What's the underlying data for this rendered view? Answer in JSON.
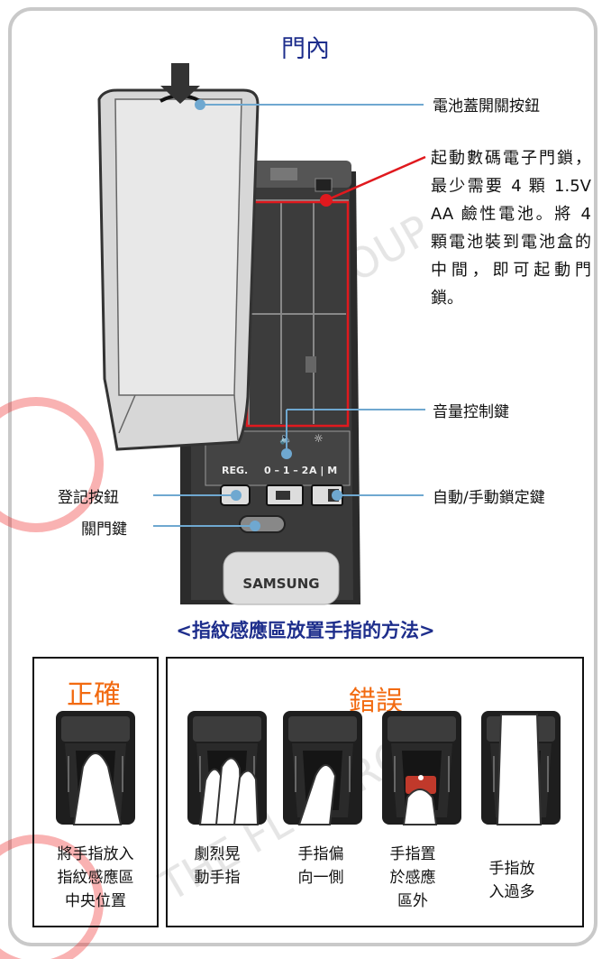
{
  "title": "門內",
  "callouts": {
    "battery_cover_button": "電池蓋開關按鈕",
    "battery_instruction": "起動數碼電子門鎖，最少需要 4 顆 1.5V AA 鹼性電池。將 4 顆電池裝到電池盒的中間，即可起動門鎖。",
    "volume_key": "音量控制鍵",
    "auto_manual_key": "自動/手動鎖定鍵",
    "register_button": "登記按鈕",
    "close_key": "關門鍵"
  },
  "lock_panel": {
    "reg_label": "REG.",
    "volume_scale": "0 – 1 – 2",
    "am_label": "A | M",
    "brand": "SAMSUNG"
  },
  "watermark": "THE FLC GROUP",
  "howto_title": "<指紋感應區放置手指的方法>",
  "correct": {
    "header": "正確",
    "caption": "將手指放入\n指紋感應區\n中央位置"
  },
  "wrong": {
    "header": "錯誤",
    "items": [
      {
        "caption": "劇烈晃\n動手指"
      },
      {
        "caption": "手指偏\n向一側"
      },
      {
        "caption": "手指置\n於感應\n區外"
      },
      {
        "caption": "手指放\n入過多"
      }
    ]
  },
  "colors": {
    "title": "#1e2e8c",
    "highlight": "#e0191e",
    "header": "#f26a10",
    "leader": "#6fa8d0"
  }
}
